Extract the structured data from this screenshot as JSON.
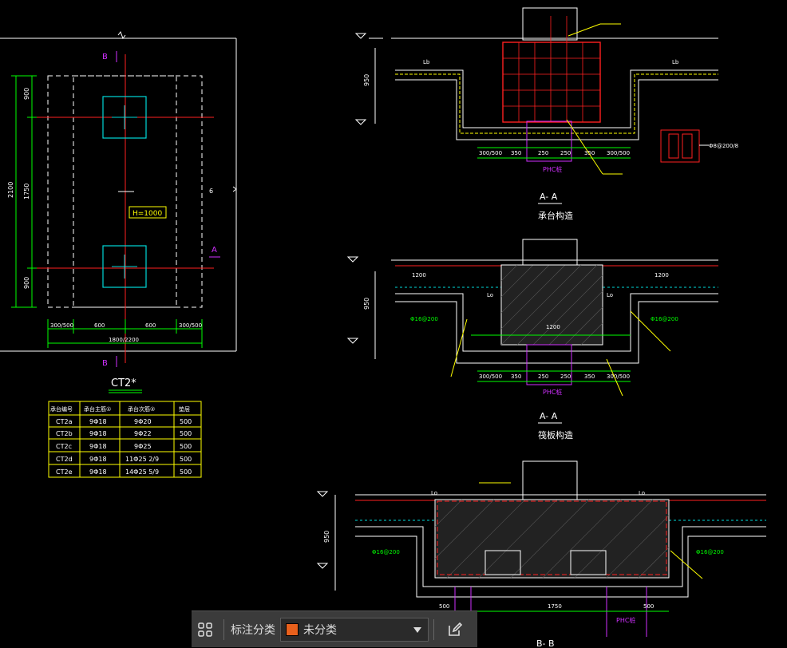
{
  "plan": {
    "marker_top": "B",
    "marker_bottom": "B",
    "marker_right": "A",
    "elevation_note": "H=1000",
    "left_dims": [
      "900",
      "2100",
      "1750"
    ],
    "right_dim": "6",
    "bottom_dims": [
      "300/500",
      "600",
      "600",
      "300/500"
    ],
    "total_dim": "1800/2200",
    "title": "CT2*"
  },
  "schedule": {
    "headers": [
      "承台编号",
      "承台主筋①",
      "承台次筋②",
      "垫层"
    ],
    "rows": [
      [
        "CT2a",
        "9Φ18",
        "9Φ20",
        "500"
      ],
      [
        "CT2b",
        "9Φ18",
        "9Φ22",
        "500"
      ],
      [
        "CT2c",
        "9Φ18",
        "9Φ25",
        "500"
      ],
      [
        "CT2d",
        "9Φ18",
        "11Φ25 2/9",
        "500"
      ],
      [
        "CT2e",
        "9Φ18",
        "14Φ25 5/9",
        "500"
      ]
    ]
  },
  "section1": {
    "title": "A- A",
    "subtitle": "承台构造",
    "dims": [
      "300/500",
      "350",
      "250",
      "250",
      "350",
      "300/500"
    ],
    "pile_label": "PHC桩",
    "left_dim": "Lb",
    "right_dim": "Lb",
    "height_dim": "950",
    "detail_note": "Φ8@200/8"
  },
  "section2": {
    "title": "A- A",
    "subtitle": "筏板构造",
    "top_dim_left": "1200",
    "top_dim_right": "1200",
    "mid_dim": "1200",
    "dims": [
      "300/500",
      "350",
      "250",
      "250",
      "350",
      "300/500"
    ],
    "pile_label": "PHC桩",
    "left_note": "Φ16@200",
    "right_note": "Φ16@200",
    "lo": "Lo",
    "height_dim": "950"
  },
  "section3": {
    "title": "B- B",
    "bottom_dims": [
      "500",
      "1750",
      "500"
    ],
    "pile_label": "PHC桩",
    "lo": "Lo",
    "left_note": "Φ16@200",
    "right_note": "Φ16@200",
    "height_dim": "950"
  },
  "toolbar": {
    "label": "标注分类",
    "selected": "未分类",
    "swatch_color": "#e8601c"
  }
}
